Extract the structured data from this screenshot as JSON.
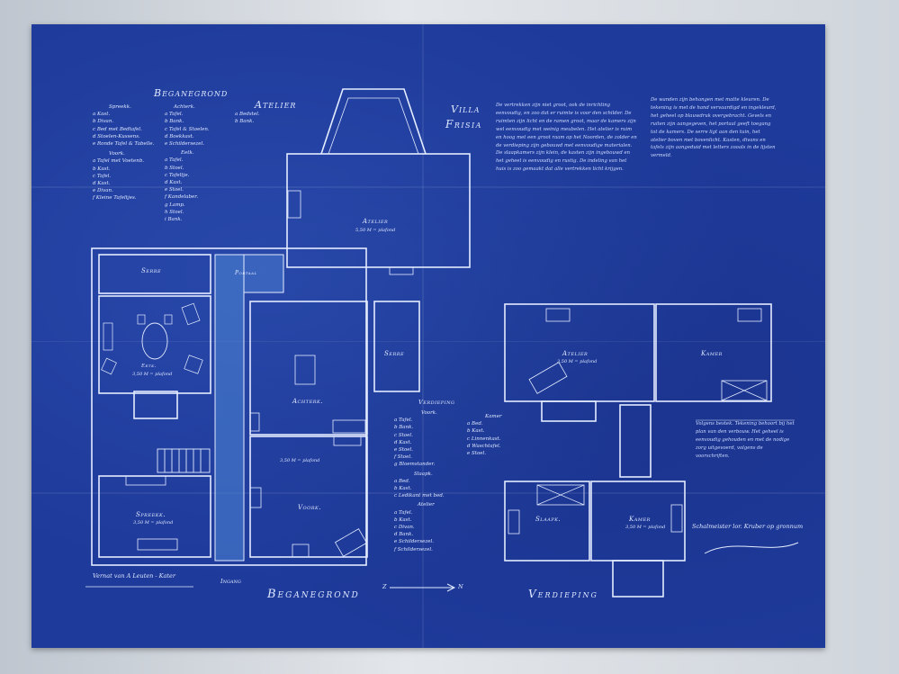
{
  "labels": {
    "title_ground": "Beganegrond",
    "title_atelier": "Atelier",
    "villa_line1": "Villa",
    "villa_line2": "Frisia",
    "bottom_ground": "Beganegrond",
    "bottom_floor": "Verdieping",
    "verdieping_mid": "Verdieping",
    "ingang": "Ingang",
    "signature_line": "Schalmeister lor. Kruber op gronnum",
    "maker_note": "Vernat van A Leuten - Kater"
  },
  "rooms": {
    "serre_top": "Serre",
    "portaal": "Portaal",
    "eetk": "Eetk.",
    "eetk_sub": "3,50 M = plafond",
    "spreekk": "Spreekk.",
    "spreekk_sub": "3,50 M = plafond",
    "achterk": "Achterk.",
    "voork": "Voork.",
    "voork_sub": "3,50 M = plafond",
    "serre_mid": "Serre",
    "atelier_ground": "Atelier",
    "atelier_ground_sub": "5,50 M = plafond",
    "atelier_floor": "Atelier",
    "atelier_floor_sub": "3,50 M = plafond",
    "kamer_floor": "Kamer",
    "slaapk_floor": "Slaapk.",
    "kamer_small": "Kamer",
    "kamer_small_sub": "3,50 M = plafond"
  },
  "legends": {
    "spreekk_title": "Spreekk.",
    "spreekk_items": [
      "a Kast.",
      "b Divan.",
      "c Bed met Bedtafel.",
      "d Stoelen-Kussens.",
      "e Ronde Tafel & Tabelle."
    ],
    "voork_title": "Voork.",
    "voork_items": [
      "a Tafel met Voetenb.",
      "b Kast.",
      "c Tafel.",
      "d Kast.",
      "e Divan.",
      "f Kleine Tafeltjes."
    ],
    "achterk_title": "Achterk.",
    "achterk_items": [
      "a Tafel.",
      "b Bank.",
      "c Tafel & Stoelen.",
      "d Boekkast.",
      "e Schildersezel."
    ],
    "eetk_title": "Eetk.",
    "eetk_items": [
      "a Tafel.",
      "b Stoel.",
      "c Tafeltje.",
      "d Kast.",
      "e Stoel.",
      "f Kandelaber.",
      "g Lamp.",
      "h Stoel.",
      "i Bank."
    ],
    "atelier_title": "Atelier",
    "atelier_items": [
      "a Bedstel.",
      "b Bank."
    ],
    "mid_voork_title": "Voork.",
    "mid_voork_items": [
      "a Tafel.",
      "b Bank.",
      "c Stoel.",
      "d Kast.",
      "e Stoel.",
      "f Stoel.",
      "g Bloemstander."
    ],
    "mid_kamer_title": "Kamer",
    "mid_kamer_items": [
      "a Bed.",
      "b Kast.",
      "c Linnenkast.",
      "d Waschtafel.",
      "e Stoel."
    ],
    "mid_slaapk_title": "Slaapk.",
    "mid_slaapk_items": [
      "a Bed.",
      "b Kast.",
      "c Ledikant met bed."
    ],
    "mid_atelier_title": "Atelier",
    "mid_atelier_items": [
      "a Tafel.",
      "b Kast.",
      "c Divan.",
      "d Bank.",
      "e Schildersezel.",
      "f Schildersezel."
    ]
  },
  "notes": {
    "col1": "De vertrekken zijn niet groot, ook de inrichting eenvoudig, en zoo dat er ruimte is voor den schilder. De ruimten zijn licht en de ramen groot, maar de kamers zijn wel eenvoudig met weinig meubelen. Het atelier is ruim en hoog met een groot raam op het Noorden, de zolder en de verdieping zijn gebouwd met eenvoudige materialen. De slaapkamers zijn klein, de kasten zijn ingebouwd en het geheel is eenvoudig en rustig. De indeling van het huis is zoo gemaakt dat alle vertrekken licht krijgen.",
    "col2": "De wanden zijn behangen met matte kleuren. De tekening is met de hand vervaardigd en ingekleurd, het geheel op blauwdruk overgebracht. Gevels en ruiten zijn aangegeven, het portaal geeft toegang tot de kamers. De serre ligt aan den tuin, het atelier boven met bovenlicht. Kasten, divans en tafels zijn aangeduid met letters zooals in de lijsten vermeld.",
    "col3": "Volgens bestek. Tekening behoort bij het plan van den verbouw. Het geheel is eenvoudig gehouden en met de nodige zorg uitgevoerd, volgens de voorschriften."
  },
  "map_text": {
    "compass_z": "Z",
    "compass_n": "N"
  },
  "colors": {
    "paper": "#1e3a9a",
    "ink": "#dfe8ff",
    "corridor": "#4f86d6"
  }
}
